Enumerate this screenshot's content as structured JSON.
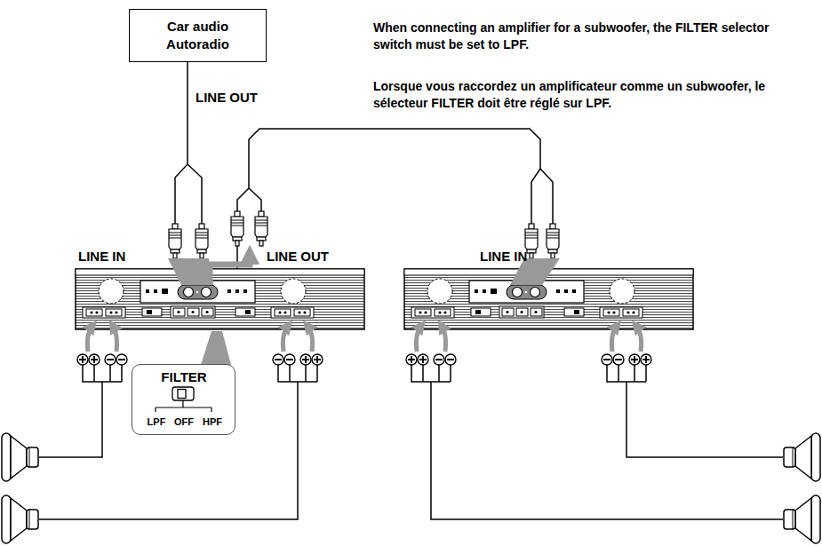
{
  "diagram": {
    "nodes": [
      {
        "text": [
          "Car audio Autoradio"
        ]
      },
      {
        "text": [
          "LINE IN",
          "LINE OUT"
        ]
      },
      {
        "text": [
          "FILTER",
          "LPF",
          "OFF",
          "HPF"
        ]
      },
      {
        "text": [
          "LINE IN"
        ]
      }
    ],
    "edges": [
      {
        "from": 0,
        "to": 1,
        "arrow": "none"
      },
      {
        "from": 1,
        "to": 3,
        "arrow": "none"
      }
    ],
    "labels": [
      "LINE OUT",
      "When connecting an amplifier for a subwoofer, the FILTER selector switch must be set to LPF.",
      "Lorsque vous raccordez un amplificateur comme un subwoofer, le sélecteur FILTER doit être réglé sur LPF."
    ]
  }
}
